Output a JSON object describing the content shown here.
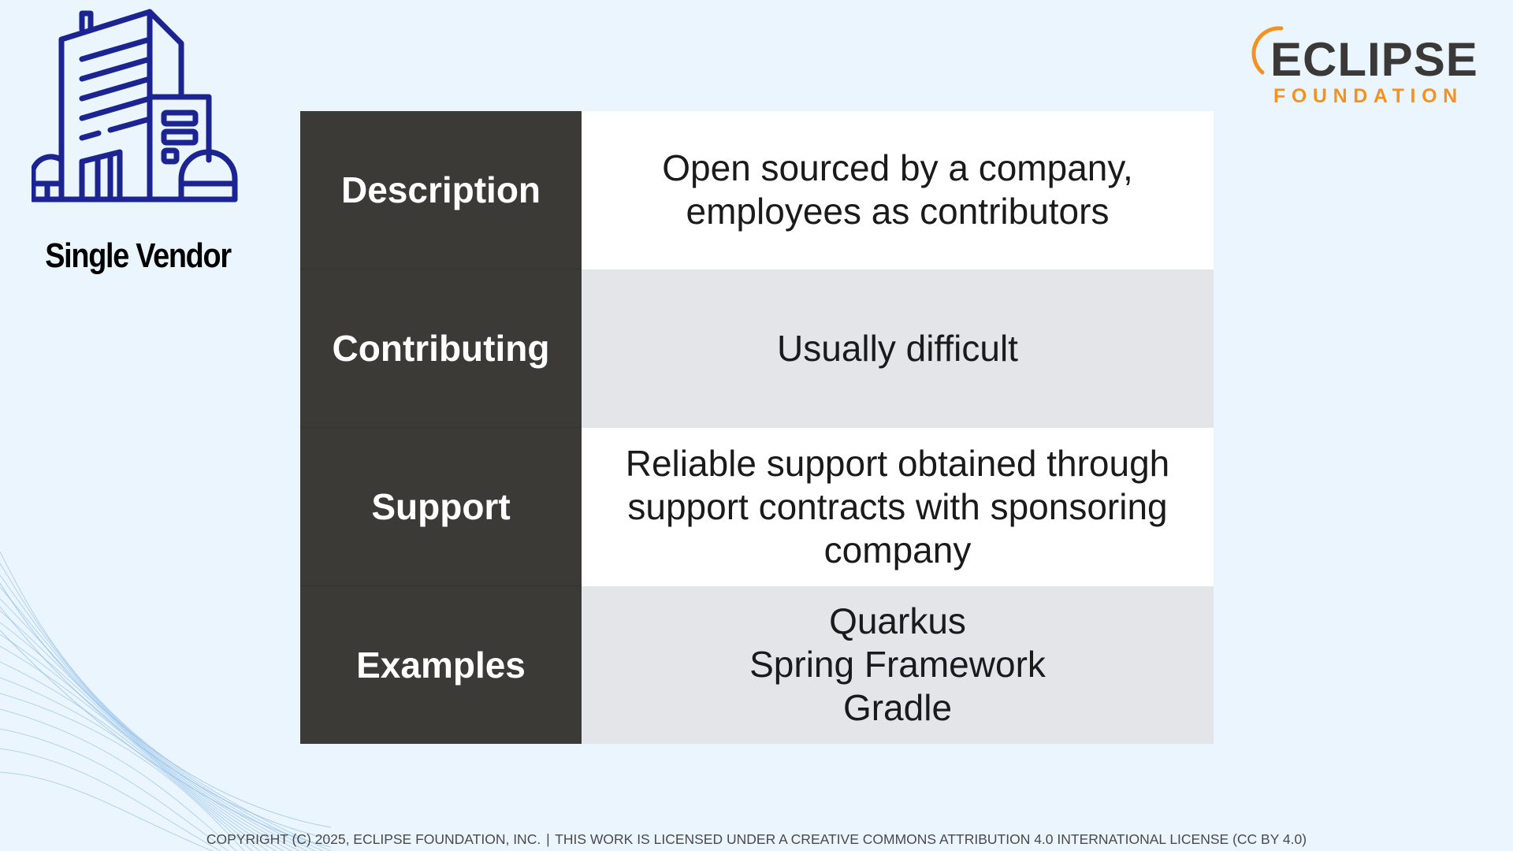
{
  "slide": {
    "title": "Single Vendor",
    "icon": "office-building-icon",
    "colors": {
      "background": "#ebf5fd",
      "header_column": "#3c3a36",
      "row_white": "#ffffff",
      "row_gray": "#e3e5e9",
      "icon_stroke": "#1b2490",
      "logo_dark": "#3b3937",
      "logo_orange": "#f39220"
    }
  },
  "logo": {
    "word_top": "ECLIPSE",
    "word_bottom": "FOUNDATION"
  },
  "table": {
    "rows": [
      {
        "label": "Description",
        "lines": [
          "Open sourced by a company,",
          "employees as contributors"
        ]
      },
      {
        "label": "Contributing",
        "lines": [
          "Usually difficult"
        ]
      },
      {
        "label": "Support",
        "lines": [
          "Reliable support obtained through",
          "support contracts with sponsoring",
          "company"
        ]
      },
      {
        "label": "Examples",
        "lines": [
          "Quarkus",
          "Spring Framework",
          "Gradle"
        ]
      }
    ]
  },
  "footer": {
    "copyright": "COPYRIGHT (C) 2025, ECLIPSE FOUNDATION, INC.",
    "separator": "|",
    "license": "THIS WORK IS LICENSED UNDER A CREATIVE COMMONS ATTRIBUTION 4.0 INTERNATIONAL LICENSE (CC BY 4.0)"
  }
}
